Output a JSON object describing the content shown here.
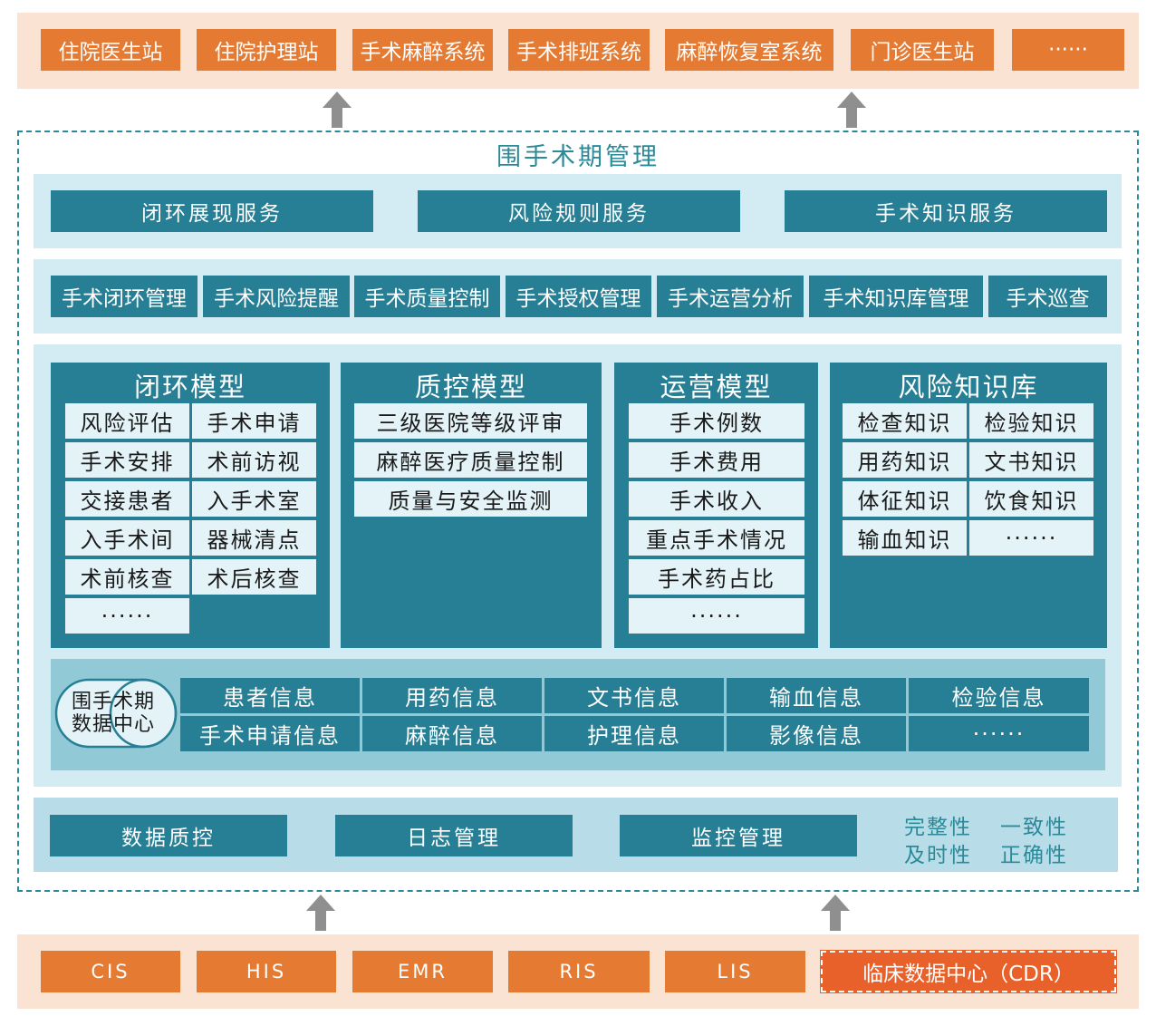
{
  "top_systems": [
    "住院医生站",
    "住院护理站",
    "手术麻醉系统",
    "手术排班系统",
    "麻醉恢复室系统",
    "门诊医生站",
    "······"
  ],
  "frame_title": "围手术期管理",
  "services": [
    "闭环展现服务",
    "风险规则服务",
    "手术知识服务"
  ],
  "functions": [
    "手术闭环管理",
    "手术风险提醒",
    "手术质量控制",
    "手术授权管理",
    "手术运营分析",
    "手术知识库管理",
    "手术巡查"
  ],
  "models": {
    "closed_loop": {
      "title": "闭环模型",
      "items": [
        "风险评估",
        "手术申请",
        "手术安排",
        "术前访视",
        "交接患者",
        "入手术室",
        "入手术间",
        "器械清点",
        "术前核查",
        "术后核查",
        "······"
      ]
    },
    "quality": {
      "title": "质控模型",
      "items": [
        "三级医院等级评审",
        "麻醉医疗质量控制",
        "质量与安全监测"
      ]
    },
    "operation": {
      "title": "运营模型",
      "items": [
        "手术例数",
        "手术费用",
        "手术收入",
        "重点手术情况",
        "手术药占比",
        "······"
      ]
    },
    "risk": {
      "title": "风险知识库",
      "items": [
        "检查知识",
        "检验知识",
        "用药知识",
        "文书知识",
        "体征知识",
        "饮食知识",
        "输血知识",
        "······"
      ]
    }
  },
  "data_center": {
    "label_line1": "围手术期",
    "label_line2": "数据中心",
    "items": [
      "患者信息",
      "用药信息",
      "文书信息",
      "输血信息",
      "检验信息",
      "手术申请信息",
      "麻醉信息",
      "护理信息",
      "影像信息",
      "······"
    ]
  },
  "management": [
    "数据质控",
    "日志管理",
    "监控管理"
  ],
  "qualities": [
    "完整性",
    "一致性",
    "及时性",
    "正确性"
  ],
  "sources": [
    "CIS",
    "HIS",
    "EMR",
    "RIS",
    "LIS",
    "临床数据中心（CDR）"
  ],
  "colors": {
    "orange": "#e57a32",
    "orange_band": "#fbe3d3",
    "teal": "#267f94",
    "pale_blue": "#d3ecf4",
    "arrow_gray": "#8f8f8f"
  },
  "icons": [
    "up-arrow-icon",
    "data-cylinder-icon"
  ]
}
